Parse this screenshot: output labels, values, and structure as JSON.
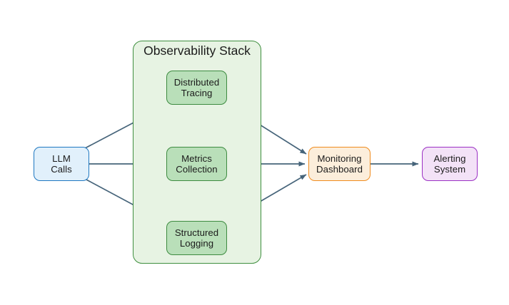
{
  "diagram": {
    "type": "flowchart",
    "direction": "left-to-right",
    "title": "",
    "background_color": "#ffffff",
    "edge_color": "#46647a",
    "clusters": [
      {
        "id": "observability-stack",
        "label": "Observability Stack",
        "border_color": "#3f8f3f",
        "fill_color": "#e7f3e3",
        "contains": [
          "distributed-tracing",
          "metrics-collection",
          "structured-logging"
        ]
      }
    ],
    "nodes": [
      {
        "id": "llm-calls",
        "label": "LLM\nCalls",
        "shape": "rounded-rect",
        "border_color": "#1f78c1",
        "fill_color": "#e1f0fb"
      },
      {
        "id": "distributed-tracing",
        "label": "Distributed\nTracing",
        "shape": "rounded-rect",
        "border_color": "#3d8b40",
        "fill_color": "#b9dfb9"
      },
      {
        "id": "metrics-collection",
        "label": "Metrics\nCollection",
        "shape": "rounded-rect",
        "border_color": "#3d8b40",
        "fill_color": "#b9dfb9"
      },
      {
        "id": "structured-logging",
        "label": "Structured\nLogging",
        "shape": "rounded-rect",
        "border_color": "#3d8b40",
        "fill_color": "#b9dfb9"
      },
      {
        "id": "monitoring-dashboard",
        "label": "Monitoring\nDashboard",
        "shape": "rounded-rect",
        "border_color": "#f08c1e",
        "fill_color": "#fceedb"
      },
      {
        "id": "alerting-system",
        "label": "Alerting\nSystem",
        "shape": "rounded-rect",
        "border_color": "#9b30c4",
        "fill_color": "#f3e2f7"
      }
    ],
    "edges": [
      {
        "from": "llm-calls",
        "to": "distributed-tracing",
        "label": "",
        "arrow": "single"
      },
      {
        "from": "llm-calls",
        "to": "metrics-collection",
        "label": "",
        "arrow": "single"
      },
      {
        "from": "llm-calls",
        "to": "structured-logging",
        "label": "",
        "arrow": "single"
      },
      {
        "from": "distributed-tracing",
        "to": "monitoring-dashboard",
        "label": "",
        "arrow": "single"
      },
      {
        "from": "metrics-collection",
        "to": "monitoring-dashboard",
        "label": "",
        "arrow": "single"
      },
      {
        "from": "structured-logging",
        "to": "monitoring-dashboard",
        "label": "",
        "arrow": "single"
      },
      {
        "from": "monitoring-dashboard",
        "to": "alerting-system",
        "label": "",
        "arrow": "single"
      }
    ]
  }
}
